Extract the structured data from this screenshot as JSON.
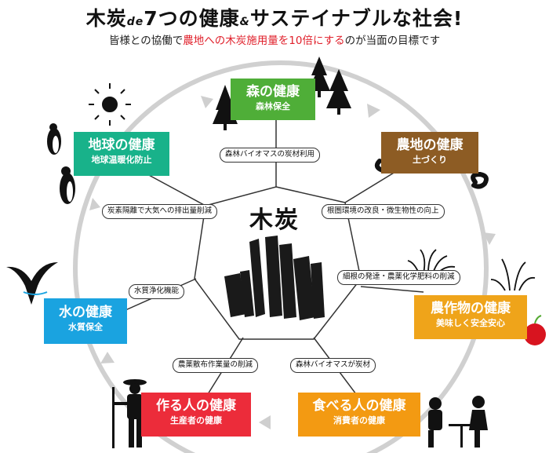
{
  "title": {
    "part1": "木炭",
    "part2": "de",
    "part3": "7つの健康",
    "part4": "&",
    "part5": "サステイナブルな社会"
  },
  "subtitle": {
    "before": "皆様との協働で",
    "highlight": "農地への木炭施用量を10倍にする",
    "after": "のが当面の目標です"
  },
  "center": "木炭",
  "boxes": {
    "forest": {
      "title": "森の健康",
      "sub": "森林保全",
      "color": "#4fae38"
    },
    "farmland": {
      "title": "農地の健康",
      "sub": "土づくり",
      "color": "#8d5c24"
    },
    "crops": {
      "title": "農作物の健康",
      "sub": "美味しく安全安心",
      "color": "#efa41a"
    },
    "eaters": {
      "title": "食べる人の健康",
      "sub": "消費者の健康",
      "color": "#f39a12"
    },
    "makers": {
      "title": "作る人の健康",
      "sub": "生産者の健康",
      "color": "#ec2c3a"
    },
    "water": {
      "title": "水の健康",
      "sub": "水質保全",
      "color": "#1aa3e0"
    },
    "earth": {
      "title": "地球の健康",
      "sub": "地球温暖化防止",
      "color": "#18b28a"
    }
  },
  "labels": {
    "forest": "森林バイオマスの炭材利用",
    "farmland": "根圏環境の改良・微生物性の向上",
    "crops": "細根の発達・農薬化学肥料の削減",
    "eaters": "森林バイオマスが炭材",
    "makers": "農薬散布作業量の削減",
    "water": "水質浄化機能",
    "earth": "炭素隔離で大気への排出量削減"
  }
}
